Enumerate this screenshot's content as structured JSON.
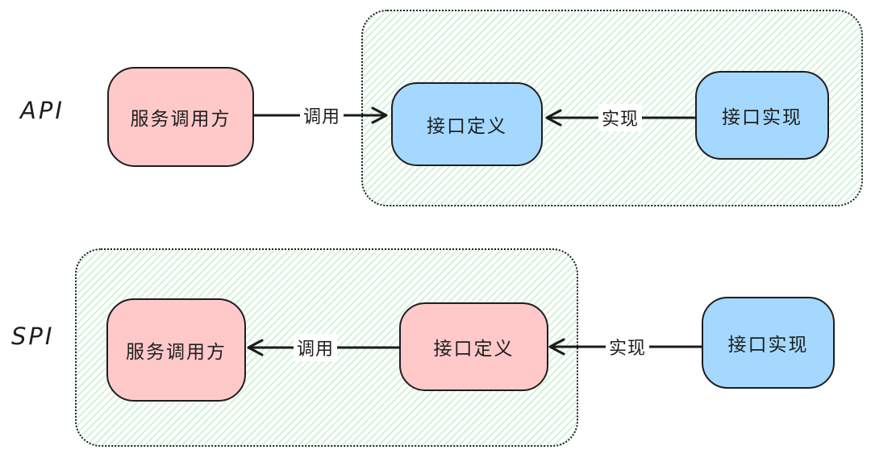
{
  "palette": {
    "pink_fill": "#ffc9c9",
    "blue_fill": "#a5d8ff",
    "stroke": "#1e1e1e",
    "hatch_line_green": "#c9ecd2",
    "canvas_bg": "#ffffff"
  },
  "rows": [
    {
      "label": "API",
      "nodes": {
        "caller": "服务调用方",
        "definition": "接口定义",
        "implementation": "接口实现"
      },
      "edges": {
        "call": "调用",
        "implement": "实现"
      }
    },
    {
      "label": "SPI",
      "nodes": {
        "caller": "服务调用方",
        "definition": "接口定义",
        "implementation": "接口实现"
      },
      "edges": {
        "call": "调用",
        "implement": "实现"
      }
    }
  ]
}
